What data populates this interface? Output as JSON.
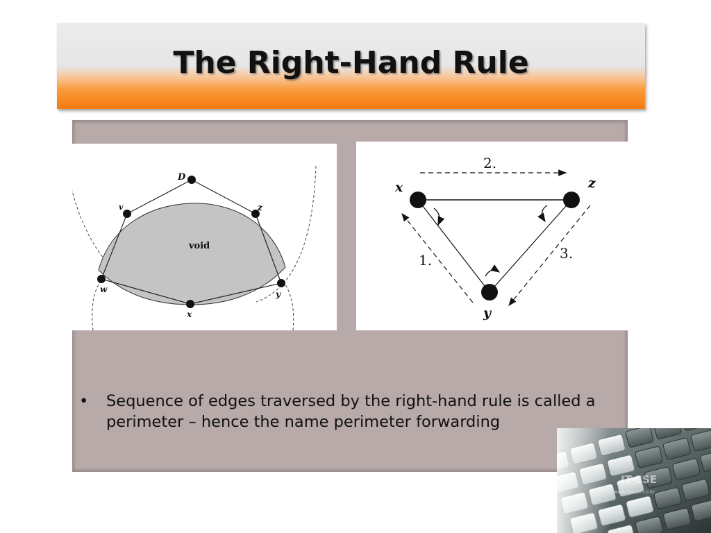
{
  "slide": {
    "title": "The Right-Hand Rule",
    "bullet": "Sequence of edges traversed by the right-hand rule is called a perimeter – hence the name perimeter forwarding"
  },
  "figure_left": {
    "void_label": "void",
    "node_labels": {
      "d": "D",
      "v": "v",
      "z": "z",
      "w": "w",
      "y": "y",
      "x": "x"
    }
  },
  "figure_right": {
    "node_labels": {
      "x": "x",
      "z": "z",
      "y": "y"
    },
    "step_labels": {
      "step1": "1.",
      "step2": "2.",
      "step3": "3."
    }
  },
  "decoration": {
    "keyboard_watermark_main": "IT-CSE",
    "keyboard_watermark_sub": "www.itpcse.co.kr"
  },
  "colors": {
    "title_orange": "#f47a10",
    "panel_mauve": "#b8aaa9",
    "void_gray": "#c4c4c4"
  }
}
